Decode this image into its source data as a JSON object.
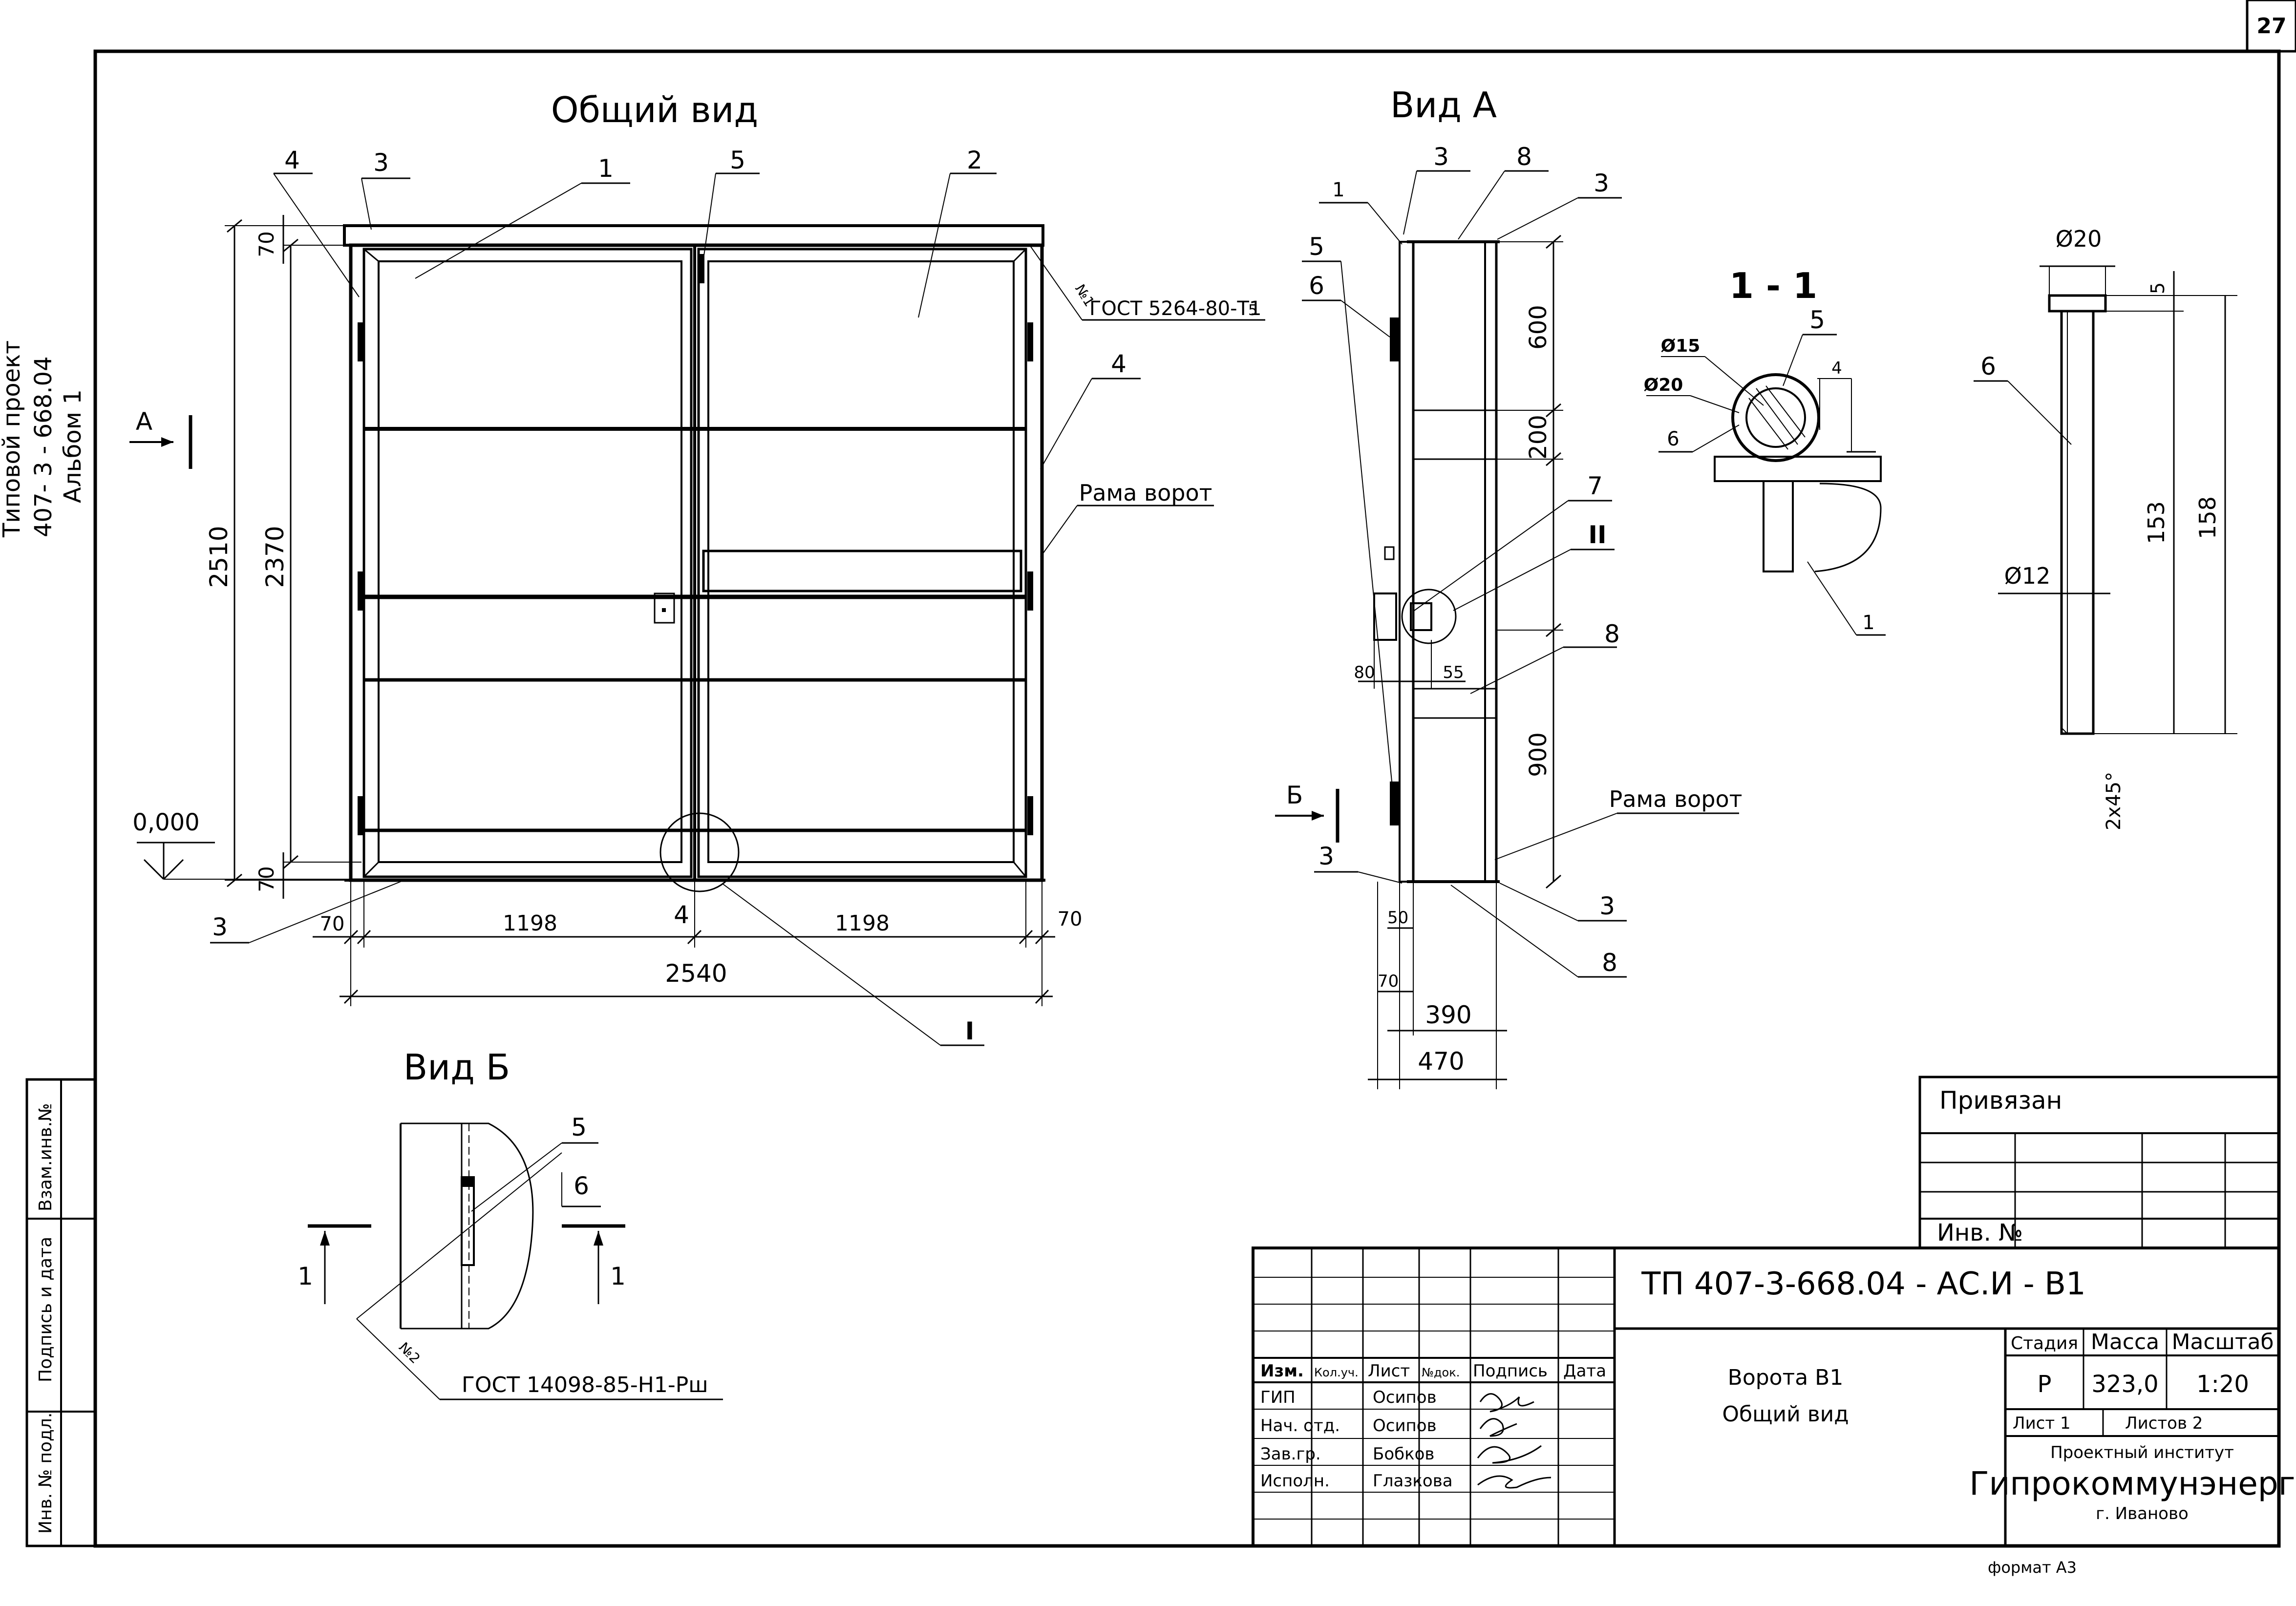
{
  "sheet_number": "27",
  "side_stamp": [
    "Типовой проект",
    "407- 3 - 668.04",
    "Альбом 1"
  ],
  "views": {
    "general_title": "Общий вид",
    "view_a_title": "Вид А",
    "view_b_title": "Вид Б",
    "section_title": "1 - 1"
  },
  "general": {
    "callouts": [
      "4",
      "3",
      "1",
      "5",
      "2",
      "4",
      "3",
      "4"
    ],
    "gost": "ГОСТ 5264-80-Т1",
    "gost_leg": "5",
    "weld_no": "№1",
    "frame": "Рама ворот",
    "view_arrow": "А",
    "level": "0,000",
    "detail": "I",
    "dims": {
      "d2510": "2510",
      "d2370": "2370",
      "d70a": "70",
      "d70b": "70",
      "d70c": "70",
      "d1198a": "1198",
      "d1198b": "1198",
      "d70d": "70",
      "d2540": "2540"
    }
  },
  "view_a": {
    "callouts": [
      "3",
      "8",
      "3",
      "1",
      "5",
      "6",
      "7",
      "8",
      "3",
      "3",
      "8"
    ],
    "detail": "II",
    "view_arrow": "Б",
    "frame": "Рама ворот",
    "dims": {
      "d600": "600",
      "d200": "200",
      "d900": "900",
      "d80": "80",
      "d55": "55",
      "d50": "50",
      "d70": "70",
      "d390": "390",
      "d470": "470"
    }
  },
  "section": {
    "d15": "Ø15",
    "d20": "Ø20",
    "d4": "4",
    "callouts": [
      "5",
      "6",
      "1"
    ]
  },
  "pin": {
    "callout": "6",
    "d20": "Ø20",
    "d12": "Ø12",
    "d5": "5",
    "d153": "153",
    "d158": "158",
    "chamfer": "2x45°"
  },
  "view_b": {
    "callouts": [
      "5",
      "6"
    ],
    "cut_left": "1",
    "cut_right": "1",
    "weld_no": "№2",
    "gost": "ГОСТ 14098-85-Н1-Рш"
  },
  "side_fields": [
    "Взам.инв.№",
    "Подпись и дата",
    "Инв. № подл."
  ],
  "binding": {
    "title": "Привязан",
    "inv": "Инв. №"
  },
  "title_block": {
    "code": "ТП   407-3-668.04 -  АС.И - В1",
    "name_line1": "Ворота В1",
    "name_line2": "Общий вид",
    "headers": [
      "Изм.",
      "Кол.уч.",
      "Лист",
      "№док.",
      "Подпись",
      "Дата"
    ],
    "roles": [
      {
        "role": "ГИП",
        "name": "Осипов"
      },
      {
        "role": "Нач. отд.",
        "name": "Осипов"
      },
      {
        "role": "Зав.гр.",
        "name": "Бобков"
      },
      {
        "role": "Исполн.",
        "name": "Глазкова"
      }
    ],
    "stage_label": "Стадия",
    "stage": "Р",
    "mass_label": "Масса",
    "mass": "323,0",
    "scale_label": "Масштаб",
    "scale": "1:20",
    "sheet_label": "Лист 1",
    "sheets_label": "Листов  2",
    "institute_line1": "Проектный институт",
    "institute_name": "Гипрокоммунэнерго",
    "city": "г. Иваново",
    "format": "формат А3"
  }
}
